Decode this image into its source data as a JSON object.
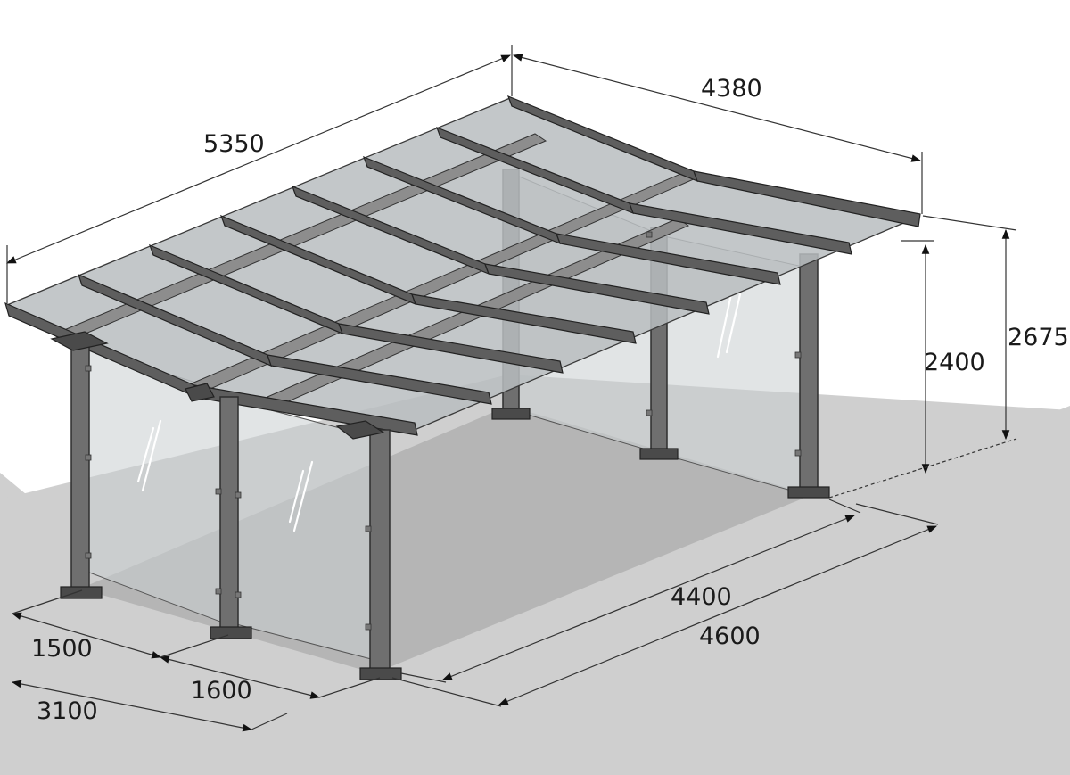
{
  "dimensions": {
    "top_left_length": "5350",
    "top_right_length": "4380",
    "post_height": "2400",
    "total_height": "2675",
    "ground_length_inner": "4400",
    "ground_length_outer": "4600",
    "bay_left": "1500",
    "bay_right": "1600",
    "total_width": "3100"
  },
  "colors": {
    "ground": "#cfcfcf",
    "ground_shadow": "#b5b5b5",
    "post": "#6f6f6f",
    "glass": "#c9cdcf",
    "roof": "#b9bdbf"
  }
}
